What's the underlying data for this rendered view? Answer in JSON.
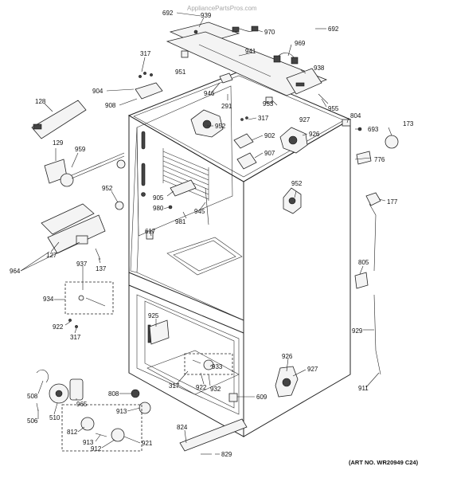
{
  "watermark": "AppliancePartsPros.com",
  "art_number": "(ART NO. WR20949 C24)",
  "callouts": {
    "c692a": "692",
    "c939": "939",
    "c970": "970",
    "c692b": "692",
    "c317a": "317",
    "c969": "969",
    "c941": "941",
    "c951": "951",
    "c938": "938",
    "c904": "904",
    "c946": "946",
    "c908": "908",
    "c291": "291",
    "c953": "953",
    "c955": "955",
    "c128": "128",
    "c804": "804",
    "c317b": "317",
    "c927a": "927",
    "c693": "693",
    "c173": "173",
    "c952a": "952",
    "c902": "902",
    "c926a": "926",
    "c129": "129",
    "c959": "959",
    "c907": "907",
    "c776": "776",
    "c952b": "952",
    "c905": "905",
    "c952c": "952",
    "c980": "980",
    "c945": "945",
    "c177": "177",
    "c981": "981",
    "c617": "617",
    "c127": "127",
    "c964": "964",
    "c937": "937",
    "c137": "137",
    "c805": "805",
    "c934": "934",
    "c922a": "922",
    "c317c": "317",
    "c925": "925",
    "c929": "929",
    "c926b": "926",
    "c927b": "927",
    "c933": "933",
    "c922b": "922",
    "c317d": "317",
    "c932": "932",
    "c911": "911",
    "c508": "508",
    "c965": "965",
    "c808": "808",
    "c609": "609",
    "c506": "506",
    "c510": "510",
    "c913a": "913",
    "c812": "812",
    "c913b": "913",
    "c912": "912",
    "c921": "921",
    "c824": "824",
    "c829": "829"
  }
}
